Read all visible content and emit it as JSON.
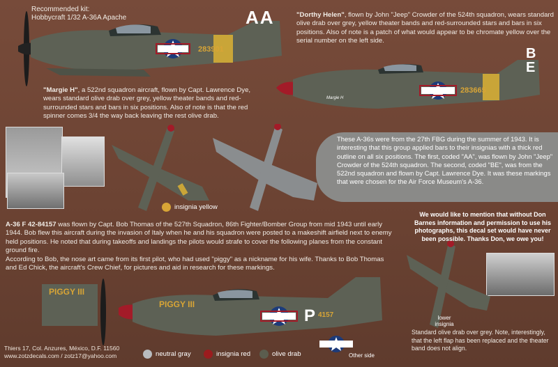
{
  "kit": {
    "line1": "Recommended kit:",
    "line2": "Hobbycraft 1/32 A-36A Apache"
  },
  "plane1": {
    "code": "AA",
    "serial": "283901"
  },
  "plane2": {
    "code": "BE",
    "serial": "283665",
    "nose_art": "Margie H"
  },
  "plane3": {
    "code": "P",
    "serial": "4157",
    "nose_art": "PIGGY III"
  },
  "dorthy_text": {
    "name": "\"Dorthy Helen\"",
    "body": ", flown by John \"Jeep\" Crowder of the  524th squadron, wears standard olive drab over grey,  yellow theater bands and red-surrounded stars and bars in six positions. Also of note is a patch of what would appear to be chromate yellow over the serial number on the left side."
  },
  "margie_text": {
    "name": "\"Margie H\"",
    "body": ", a 522nd squadron aircraft, flown by Capt. Lawrence Dye, wears standard olive drab over grey,  yellow theater bands and red-surrounded stars and bars in six positions. Also of note is that the red spinner comes 3/4 the way back leaving the rest olive drab."
  },
  "callout": "These A-36s were from the 27th FBG during the summer of 1943. It is interesting that this group applied bars to their insignias with a thick red outline on all six positions. The first, coded \"AA\", was flown by John \"Jeep\" Crowder of the  524th squadron.  The second, coded \"BE\", was from the 522nd squadron and flown by Capt. Lawrence Dye. It was these markings that were chosen for the Air Force Museum's A-36.",
  "insignia_yellow": "insignia yellow",
  "a36_text": {
    "title": "A-36 F 42-84157",
    "body": " was flown by Capt. Bob Thomas of the 527th Squadron, 86th Fighter/Bomber Group from mid 1943 until early 1944. Bob flew this aircraft during the invasion of Italy when he and his squadron were posted to a makeshift airfield next to enemy held positions. He noted that during takeoffs and landings the pilots would strafe to cover the following planes from the constant ground fire.",
    "body2": "According to Bob, the nose art came from its first pilot, who had used \"piggy\" as a nickname for his wife. Thanks to Bob Thomas and Ed Chick, the aircraft's Crew Chief, for pictures and aid in research for these markings."
  },
  "thanks": "We would like to mention that without Don Barnes information and permission to use his photographs, this decal set would have never been possible. Thanks Don, we owe you!",
  "lower_insignia": "lower insignia",
  "standard_text": "Standard olive drab over grey. Note, interestingly, that the left flap has been replaced and the theater band does not align.",
  "other_side": "Other side",
  "legend": [
    {
      "label": "neutral gray",
      "color": "#b9bcbf"
    },
    {
      "label": "insignia red",
      "color": "#9b1c1e"
    },
    {
      "label": "olive drab",
      "color": "#5b5d4e"
    }
  ],
  "footer": {
    "address": "Thiers 17, Col. Anzures, México, D.F. 11560",
    "web": "www.zotzdecals.com / zotz17@yahoo.com"
  },
  "colors": {
    "background": "#6e4535",
    "olive": "#5d6155",
    "red": "#a31b28",
    "yellow": "#d8a536",
    "callout": "#8a8a88"
  }
}
